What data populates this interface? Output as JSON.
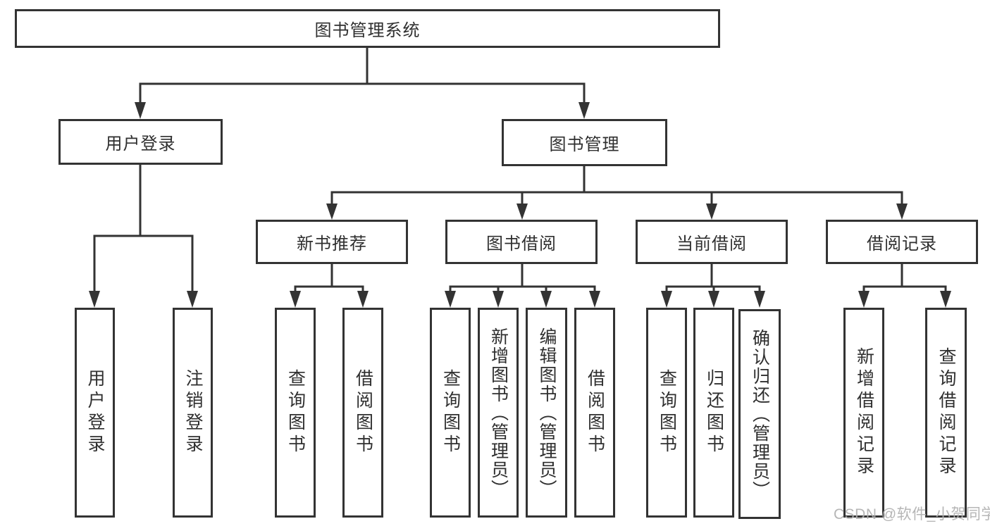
{
  "diagram": {
    "root": {
      "label": "图书管理系统"
    },
    "level2": [
      {
        "label": "用户登录"
      },
      {
        "label": "图书管理"
      }
    ],
    "level3": [
      {
        "label": "新书推荐"
      },
      {
        "label": "图书借阅"
      },
      {
        "label": "当前借阅"
      },
      {
        "label": "借阅记录"
      }
    ],
    "leafGroups": [
      {
        "leaves": [
          "用户登录",
          "注销登录"
        ]
      },
      {
        "leaves": [
          "查询图书",
          "借阅图书"
        ]
      },
      {
        "leaves": [
          "查询图书",
          "新增图书（管理员）",
          "编辑图书（管理员）",
          "借阅图书"
        ]
      },
      {
        "leaves": [
          "查询图书",
          "归还图书",
          "确认归还（管理员）"
        ]
      },
      {
        "leaves": [
          "新增借阅记录",
          "查询借阅记录"
        ]
      }
    ]
  },
  "watermark": "CSDN @软件_小贺同学",
  "colors": {
    "line": "#333333",
    "box_border": "#333333",
    "box_background": "#ffffff",
    "text": "#2f2f2f",
    "watermark": "#b0b0b0"
  }
}
